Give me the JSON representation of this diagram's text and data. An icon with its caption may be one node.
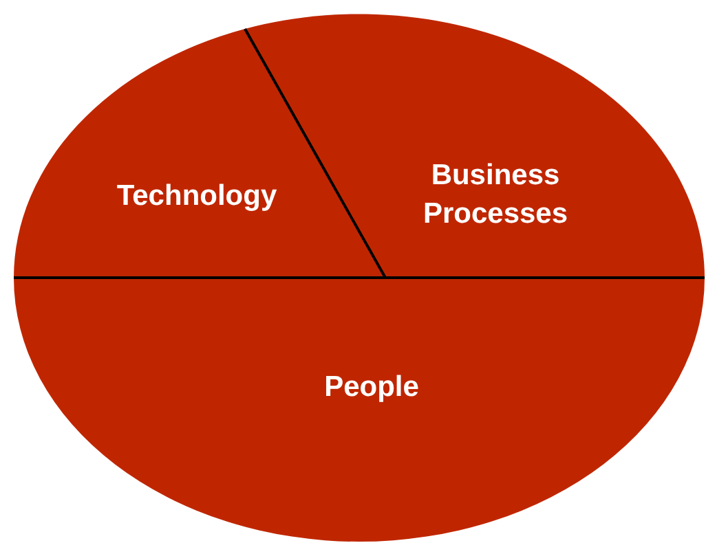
{
  "diagram": {
    "nodes": [
      {
        "text": [
          "Technology"
        ]
      },
      {
        "text": [
          "Business Processes"
        ]
      },
      {
        "text": [
          "People"
        ]
      }
    ]
  }
}
